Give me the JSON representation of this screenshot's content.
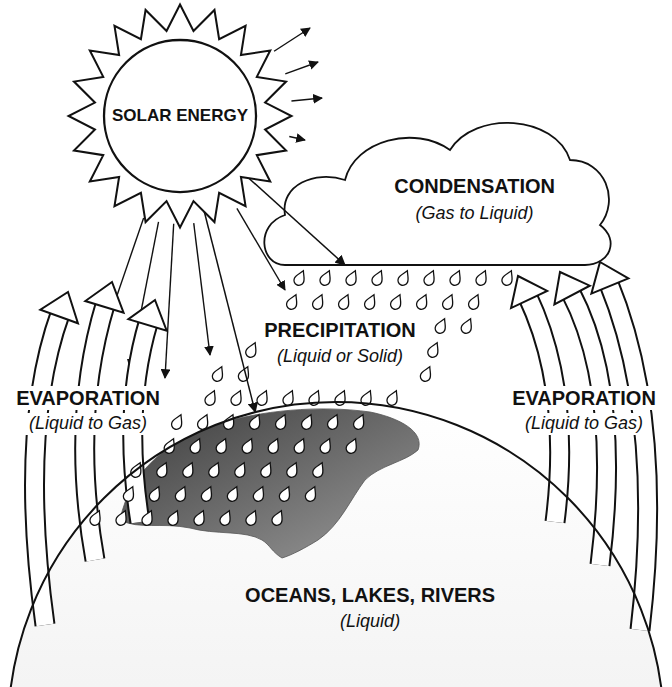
{
  "diagram": {
    "nodes": [
      {
        "text": [
          "SOLAR ENERGY"
        ]
      },
      {
        "text": [
          "CONDENSATION",
          "(Gas to Liquid)"
        ]
      },
      {
        "text": [
          "OCEANS, LAKES, RIVERS",
          "(Liquid)"
        ]
      }
    ],
    "edges": [
      {
        "from": 0,
        "to": 1,
        "arrow": "to"
      },
      {
        "from": 0,
        "to": 2,
        "arrow": "to"
      }
    ],
    "labels": [
      "PRECIPITATION",
      "(Liquid or Solid)",
      "EVAPORATION",
      "(Liquid to Gas)",
      "EVAPORATION",
      "(Liquid to Gas)"
    ]
  }
}
